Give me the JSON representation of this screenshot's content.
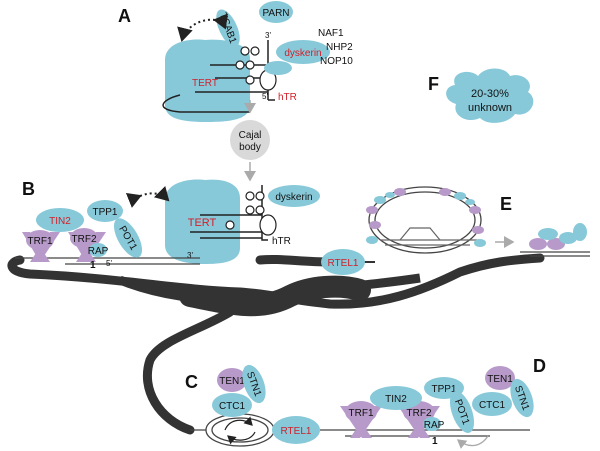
{
  "panels": {
    "a": "A",
    "b": "B",
    "c": "C",
    "d": "D",
    "e": "E",
    "f": "F"
  },
  "panel_a": {
    "tert": "TERT",
    "tcab1": "TCAB1",
    "parn": "PARN",
    "dyskerin": "dyskerin",
    "naf1": "NAF1",
    "nhp2": "NHP2",
    "nop10": "NOP10",
    "htr": "hTR",
    "end3": "3'",
    "end5": "5'",
    "cajal_line1": "Cajal",
    "cajal_line2": "body"
  },
  "panel_b": {
    "tert": "TERT",
    "tin2": "TIN2",
    "tpp1": "TPP1",
    "pot1": "POT1",
    "trf1": "TRF1",
    "trf2": "TRF2",
    "rap": "RAP",
    "dyskerin": "dyskerin",
    "htr": "hTR",
    "num1": "1",
    "end5": "5'",
    "end3": "3'"
  },
  "panel_c": {
    "ten1": "TEN1",
    "stn1": "STN1",
    "ctc1": "CTC1",
    "rtel1": "RTEL1"
  },
  "panel_d": {
    "tin2": "TIN2",
    "tpp1": "TPP1",
    "pot1": "POT1",
    "ten1": "TEN1",
    "stn1": "STN1",
    "ctc1": "CTC1",
    "trf1": "TRF1",
    "trf2": "TRF2",
    "rap": "RAP",
    "num1": "1"
  },
  "panel_e": {
    "rtel1": "RTEL1"
  },
  "panel_f": {
    "line1": "20-30%",
    "line2": "unknown"
  },
  "colors": {
    "blue": "#87c9d9",
    "purple": "#b79ac9",
    "red": "#d0202a",
    "dna": "#333333",
    "cajal": "#d9d9d9"
  }
}
